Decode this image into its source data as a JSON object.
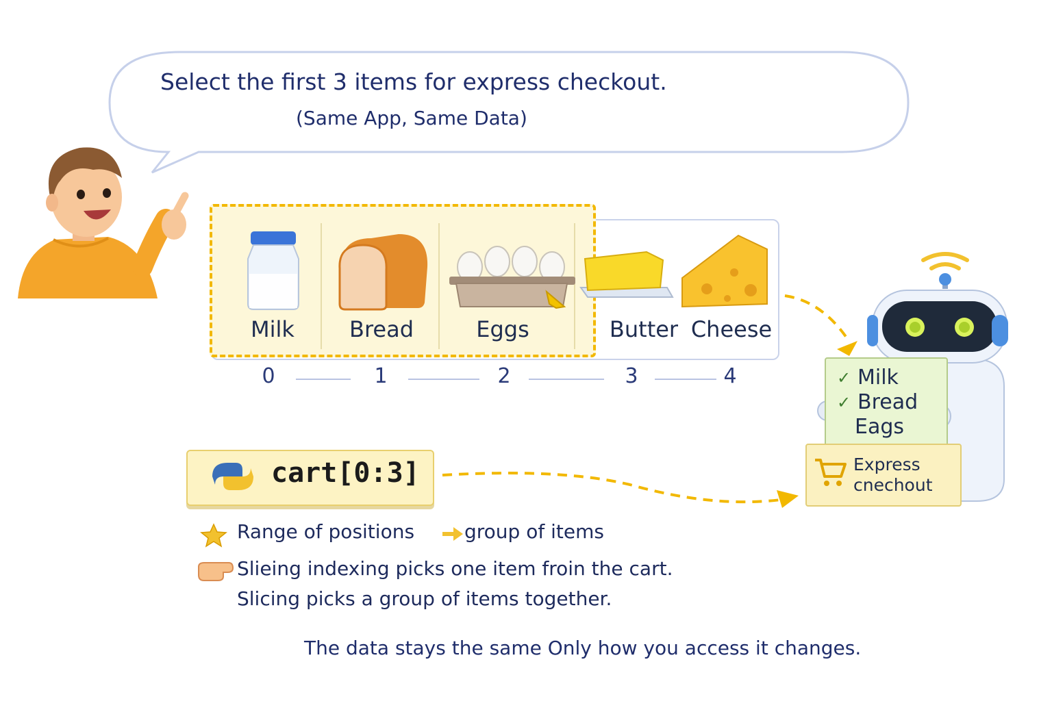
{
  "bubble": {
    "title": "Select the first 3 items for express checkout.",
    "subtitle": "(Same App, Same Data)"
  },
  "cart": {
    "items": [
      {
        "label": "Milk",
        "index": "0",
        "icon": "milk-bottle-icon",
        "selected": true
      },
      {
        "label": "Bread",
        "index": "1",
        "icon": "bread-icon",
        "selected": true
      },
      {
        "label": "Eggs",
        "index": "2",
        "icon": "egg-carton-icon",
        "selected": true
      },
      {
        "label": "Butter",
        "index": "3",
        "icon": "butter-icon",
        "selected": false
      },
      {
        "label": "Cheese",
        "index": "4",
        "icon": "cheese-icon",
        "selected": false
      }
    ],
    "selection_color": "#f2b800"
  },
  "code": {
    "text": "cart[0:3]",
    "icon": "python-logo-icon"
  },
  "notes": {
    "range_left": "Range of positions",
    "range_right": "group of items",
    "indexing_line": "Slieing  indexing picks one item froin the cart.",
    "slicing_line": "Slicing picks a group of items together."
  },
  "footer": {
    "text": "The data stays the same  Only how you access it changes."
  },
  "robot": {
    "checklist": [
      "Milk",
      "Bread",
      "Eags"
    ],
    "express_line1": "Express",
    "express_line2": "cnechout"
  },
  "colors": {
    "accent": "#f2b800",
    "text": "#1f2d6b",
    "robot_body": "#eef3fb",
    "robot_accent": "#4c8fe0"
  }
}
